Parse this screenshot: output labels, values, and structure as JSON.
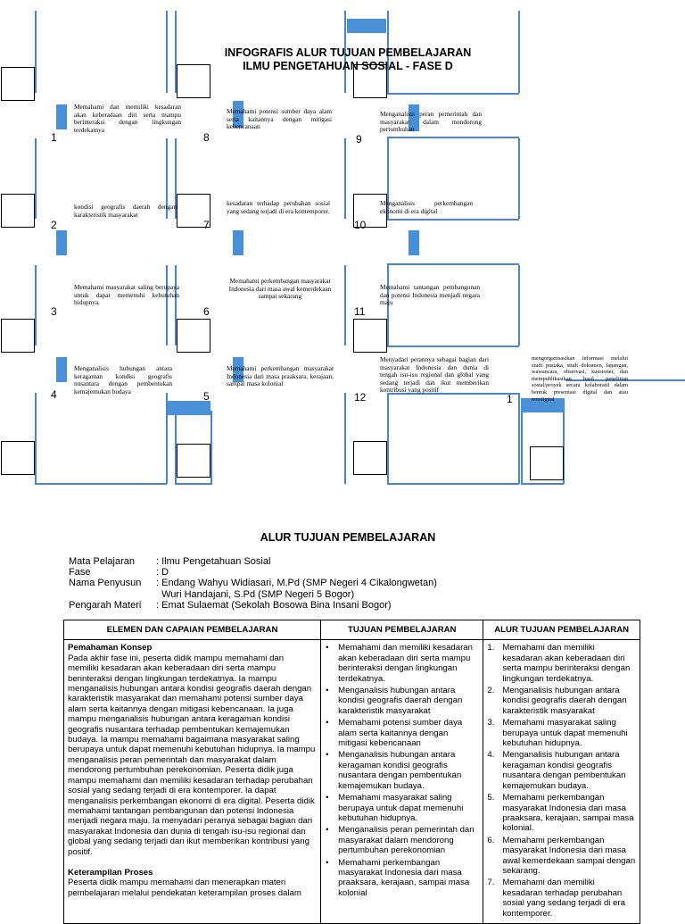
{
  "infographic": {
    "title_line1": "INFOGRAFIS ALUR TUJUAN PEMBELAJARAN",
    "title_line2": "ILMU PENGETAHUAN SOSIAL - FASE D",
    "steps": [
      {
        "num": "1",
        "text": "Memahami dan memiliki kesadaran akan keberadaan diri serta mampu berinteraksi dengan lingkungan terdekatnya"
      },
      {
        "num": "2",
        "text": "kondisi geografis daerah dengan karakteristik masyarakat"
      },
      {
        "num": "3",
        "text": "Memahami masyarakat saling berupaya untuk dapat memenuhi kebutuhan hidupnya."
      },
      {
        "num": "4",
        "text": "Menganalisis hubungan antara keragaman kondisi geografis nusantara dengan pembentukan kemajemukan budaya"
      },
      {
        "num": "5",
        "text": "Memahami perkembangan masyarakat Indonesia dari masa praaksara, kerajaan, sampai masa kolonial"
      },
      {
        "num": "6",
        "text": "Memahami perkembangan masyarakat Indonesia dari masa awal kemerdekaan sampai sekarang"
      },
      {
        "num": "7",
        "text": "kesadaran terhadap perubahan sosial yang sedang terjadi di era kontemporer."
      },
      {
        "num": "8",
        "text": "Memahami potensi sumber daya alam serta kaitannya dengan mitigasi kebencanaan"
      },
      {
        "num": "9",
        "text": "Menganalisis peran pemerintah dan masyarakat dalam mendorong pertumbuhan"
      },
      {
        "num": "10",
        "text": "Menganalisis perkembangan ekonomi di era digital"
      },
      {
        "num": "11",
        "text": "Memahami tantangan pembangunan dan potensi Indonesia menjadi negara maju"
      },
      {
        "num": "12",
        "text": "Menyadari perannya sebagai bagian dari masyarakat Indonesia dan dunia di tengah isu-isu regional dan global yang sedang terjadi dan ikut memberikan kontribusi yang positif"
      },
      {
        "num": "1",
        "text": "mengorganisasikan informasi melalui studi pustaka, studi dokumen, lapangan, wawancara, observasi, kuesioner, dan mempublikasikan hasil penelitian sosial/proyek secara kolaboratif dalam bentuk presentasi digital dan atau nondigital"
      }
    ]
  },
  "doc": {
    "title": "ALUR TUJUAN PEMBELAJARAN",
    "meta": [
      {
        "key": "Mata Pelajaran",
        "value": ": Ilmu Pengetahuan Sosial"
      },
      {
        "key": "Fase",
        "value": ": D"
      },
      {
        "key": "Nama Penyusun",
        "value": ": Endang Wahyu Widiasari, M.Pd (SMP Negeri 4 Cikalongwetan)"
      },
      {
        "key": "",
        "value": "  Wuri Handajani, S.Pd (SMP Negeri 5 Bogor)"
      },
      {
        "key": "Pengarah Materi",
        "value": ": Emat Sulaemat (Sekolah Bosowa Bina Insani Bogor)"
      }
    ]
  },
  "table": {
    "headers": [
      "ELEMEN DAN CAPAIAN PEMBELAJARAN",
      "TUJUAN PEMBELAJARAN",
      "ALUR TUJUAN PEMBELAJARAN"
    ],
    "section1_title": "Pemahaman Konsep",
    "section1_text": "Pada akhir fase ini, peserta didik mampu memahami dan memiliki kesadaran akan keberadaan diri serta mampu berinteraksi dengan lingkungan terdekatnya. Ia mampu menganalisis hubungan antara kondisi geografis daerah dengan karakteristik masyarakat dan memahami potensi sumber daya alam serta kaitannya dengan mitigasi kebencanaan. Ia juga mampu menganalisis hubungan antara keragaman kondisi geografis nusantara terhadap pembentukan kemajemukan budaya. Ia mampu memahami bagaimana masyarakat saling berupaya untuk dapat memenuhi kebutuhan hidupnya. Ia mampu menganalisis peran pemerintah dan masyarakat dalam mendorong pertumbuhan perekonomian. Peserta didik juga mampu memahami dan memiliki kesadaran terhadap perubahan sosial yang sedang terjadi di era kontemporer. Ia dapat menganalisis perkembangan ekonomi di era digital. Peserta didik memahami tantangan pembangunan dan potensi Indonesia menjadi negara maju. Ia menyadari peranya sebagai bagian dari masyarakat Indonesia dan dunia di tengah isu-isu regional dan global yang sedang terjadi dan ikut memberikan kontribusi yang positif.",
    "section2_title": "Keterampilan Proses",
    "section2_text": "Peserta didik mampu memahami dan menerapkan materi pembelajaran melalui pendekatan keterampilan proses dalam",
    "tujuan": [
      "Memahami dan memiliki kesadaran akan keberadaan diri serta mampu berinteraksi dengan lingkungan terdekatnya.",
      "Menganalisis hubungan antara kondisi geografis daerah dengan karakteristik masyarakat",
      "Memahami potensi sumber daya alam serta kaitannya dengan mitigasi kebencanaan",
      "Menganalisis hubungan antara keragaman kondisi geografis nusantara dengan pembentukan kemajemukan budaya.",
      "Memahami masyarakat saling berupaya untuk dapat memenuhi kebutuhan hidupnya.",
      "Menganalisis peran pemerintah dan masyarakat dalam mendorong pertumbuhan perekonomian",
      "Memahami perkembangan masyarakat Indonesia dari masa praaksara, kerajaan, sampai masa kolonial"
    ],
    "alur": [
      {
        "n": "1.",
        "text": "Memahami dan memiliki kesadaran akan keberadaan diri serta mampu berinteraksi dengan lingkungan terdekatnya."
      },
      {
        "n": "2.",
        "text": "Menganalisis hubungan antara kondisi geografis daerah dengan karakteristik masyarakat"
      },
      {
        "n": "3.",
        "text": "Memahami masyarakat saling berupaya untuk dapat memenuhi kebutuhan hidupnya."
      },
      {
        "n": "4.",
        "text": "Menganalisis hubungan antara keragaman kondisi geografis nusantara dengan pembentukan kemajemukan budaya."
      },
      {
        "n": "5.",
        "text": "Memahami perkembangan masyarakat Indonesia dari masa praaksara, kerajaan, sampai masa kolonial."
      },
      {
        "n": "6.",
        "text": "Memahami perkembangan masyarakat Indonesia dari masa awal kemerdekaan sampai dengan sekarang."
      },
      {
        "n": "7.",
        "text": "Memahami dan memiliki kesadaran terhadap perubahan sosial yang sedang terjadi di era kontemporer."
      }
    ]
  }
}
